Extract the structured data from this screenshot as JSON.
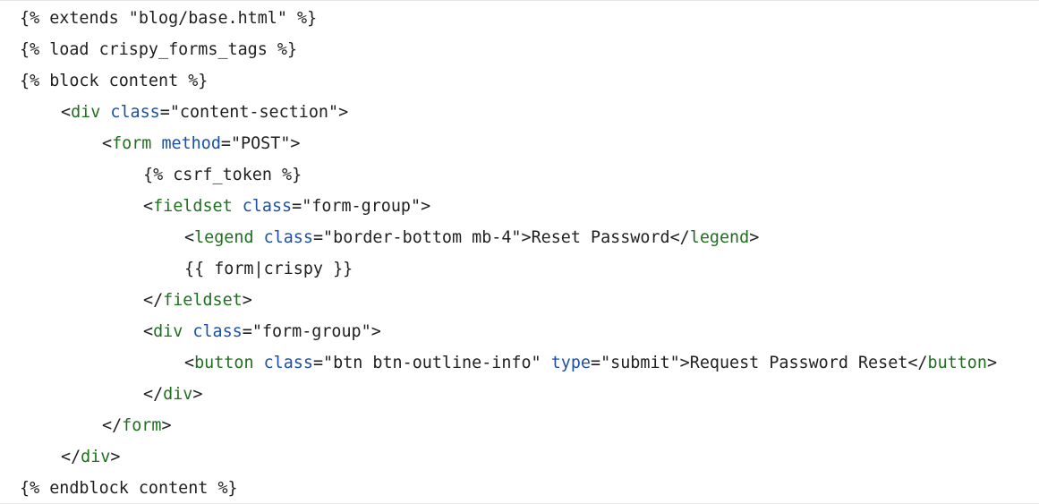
{
  "code": {
    "lines": [
      {
        "indent": 0,
        "tokens": [
          {
            "t": "plain",
            "v": "{% extends \"blog/base.html\" %}"
          }
        ]
      },
      {
        "indent": 0,
        "tokens": [
          {
            "t": "plain",
            "v": "{% load crispy_forms_tags %}"
          }
        ]
      },
      {
        "indent": 0,
        "tokens": [
          {
            "t": "plain",
            "v": "{% block content %}"
          }
        ]
      },
      {
        "indent": 1,
        "tokens": [
          {
            "t": "punct",
            "v": "<"
          },
          {
            "t": "tag",
            "v": "div"
          },
          {
            "t": "plain",
            "v": " "
          },
          {
            "t": "attr",
            "v": "class"
          },
          {
            "t": "punct",
            "v": "="
          },
          {
            "t": "str",
            "v": "\"content-section\""
          },
          {
            "t": "punct",
            "v": ">"
          }
        ]
      },
      {
        "indent": 2,
        "tokens": [
          {
            "t": "punct",
            "v": "<"
          },
          {
            "t": "tag",
            "v": "form"
          },
          {
            "t": "plain",
            "v": " "
          },
          {
            "t": "attr",
            "v": "method"
          },
          {
            "t": "punct",
            "v": "="
          },
          {
            "t": "str",
            "v": "\"POST\""
          },
          {
            "t": "punct",
            "v": ">"
          }
        ]
      },
      {
        "indent": 3,
        "tokens": [
          {
            "t": "plain",
            "v": "{% csrf_token %}"
          }
        ]
      },
      {
        "indent": 3,
        "tokens": [
          {
            "t": "punct",
            "v": "<"
          },
          {
            "t": "tag",
            "v": "fieldset"
          },
          {
            "t": "plain",
            "v": " "
          },
          {
            "t": "attr",
            "v": "class"
          },
          {
            "t": "punct",
            "v": "="
          },
          {
            "t": "str",
            "v": "\"form-group\""
          },
          {
            "t": "punct",
            "v": ">"
          }
        ]
      },
      {
        "indent": 4,
        "tokens": [
          {
            "t": "punct",
            "v": "<"
          },
          {
            "t": "tag",
            "v": "legend"
          },
          {
            "t": "plain",
            "v": " "
          },
          {
            "t": "attr",
            "v": "class"
          },
          {
            "t": "punct",
            "v": "="
          },
          {
            "t": "str",
            "v": "\"border-bottom mb-4\""
          },
          {
            "t": "punct",
            "v": ">"
          },
          {
            "t": "plain",
            "v": "Reset Password"
          },
          {
            "t": "punct",
            "v": "</"
          },
          {
            "t": "tag",
            "v": "legend"
          },
          {
            "t": "punct",
            "v": ">"
          }
        ]
      },
      {
        "indent": 4,
        "tokens": [
          {
            "t": "plain",
            "v": "{{ form|crispy }}"
          }
        ]
      },
      {
        "indent": 3,
        "tokens": [
          {
            "t": "punct",
            "v": "</"
          },
          {
            "t": "tag",
            "v": "fieldset"
          },
          {
            "t": "punct",
            "v": ">"
          }
        ]
      },
      {
        "indent": 3,
        "tokens": [
          {
            "t": "punct",
            "v": "<"
          },
          {
            "t": "tag",
            "v": "div"
          },
          {
            "t": "plain",
            "v": " "
          },
          {
            "t": "attr",
            "v": "class"
          },
          {
            "t": "punct",
            "v": "="
          },
          {
            "t": "str",
            "v": "\"form-group\""
          },
          {
            "t": "punct",
            "v": ">"
          }
        ]
      },
      {
        "indent": 4,
        "tokens": [
          {
            "t": "punct",
            "v": "<"
          },
          {
            "t": "tag",
            "v": "button"
          },
          {
            "t": "plain",
            "v": " "
          },
          {
            "t": "attr",
            "v": "class"
          },
          {
            "t": "punct",
            "v": "="
          },
          {
            "t": "str",
            "v": "\"btn btn-outline-info\""
          },
          {
            "t": "plain",
            "v": " "
          },
          {
            "t": "attr",
            "v": "type"
          },
          {
            "t": "punct",
            "v": "="
          },
          {
            "t": "str",
            "v": "\"submit\""
          },
          {
            "t": "punct",
            "v": ">"
          },
          {
            "t": "plain",
            "v": "Request Password Reset"
          },
          {
            "t": "punct",
            "v": "</"
          },
          {
            "t": "tag",
            "v": "button"
          },
          {
            "t": "punct",
            "v": ">"
          }
        ]
      },
      {
        "indent": 3,
        "tokens": [
          {
            "t": "punct",
            "v": "</"
          },
          {
            "t": "tag",
            "v": "div"
          },
          {
            "t": "punct",
            "v": ">"
          }
        ]
      },
      {
        "indent": 2,
        "tokens": [
          {
            "t": "punct",
            "v": "</"
          },
          {
            "t": "tag",
            "v": "form"
          },
          {
            "t": "punct",
            "v": ">"
          }
        ]
      },
      {
        "indent": 1,
        "tokens": [
          {
            "t": "punct",
            "v": "</"
          },
          {
            "t": "tag",
            "v": "div"
          },
          {
            "t": "punct",
            "v": ">"
          }
        ]
      },
      {
        "indent": 0,
        "tokens": [
          {
            "t": "plain",
            "v": "{% endblock content %}"
          }
        ]
      }
    ]
  },
  "colors": {
    "tag": "#1f6f1f",
    "attribute": "#1a4fa8",
    "text": "#1f1f1f",
    "background": "#ffffff",
    "border": "#e6e6e6"
  }
}
